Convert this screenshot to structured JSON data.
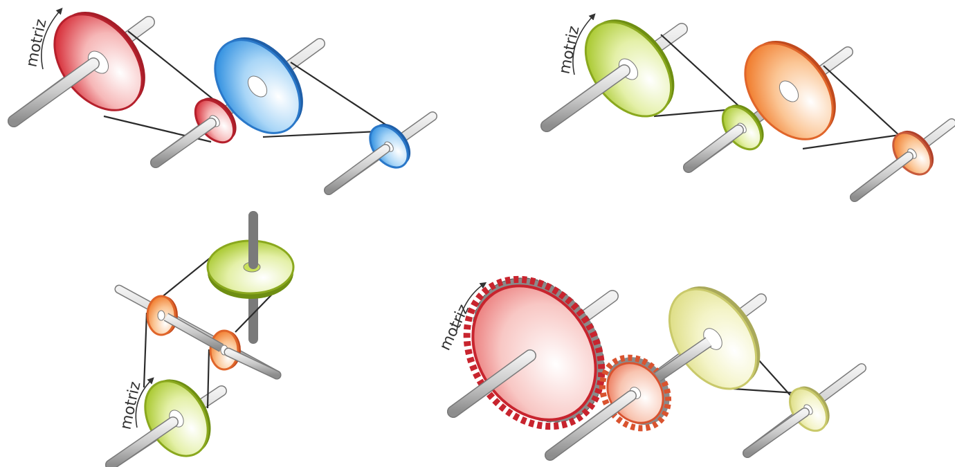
{
  "labels": {
    "driver_a": "motriz",
    "driver_b": "motriz",
    "driver_c": "motriz",
    "driver_d": "motriz"
  },
  "colors": {
    "red": "#d62a35",
    "blue": "#2f8fe0",
    "lime": "#a8c82e",
    "orange": "#f07a2a",
    "pale_yellow": "#e7e79a",
    "shaft": "#c8c8c8",
    "belt": "#2b2b2b"
  }
}
